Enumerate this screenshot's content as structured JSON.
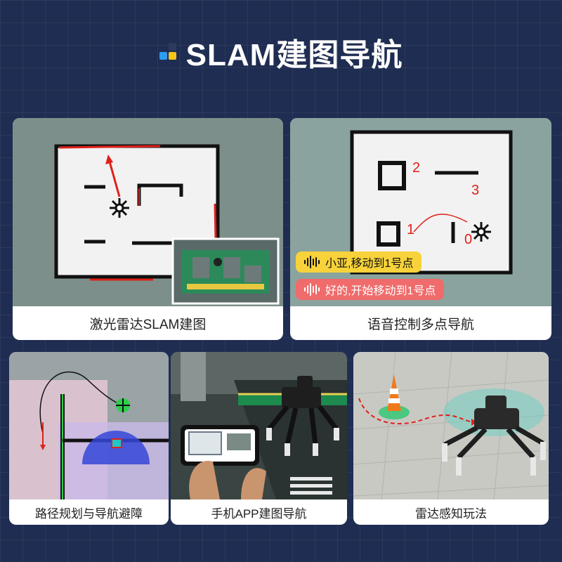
{
  "header": {
    "title": "SLAM建图导航"
  },
  "cards": [
    {
      "caption": "激光雷达SLAM建图"
    },
    {
      "caption": "语音控制多点导航"
    },
    {
      "caption": "路径规划与导航避障"
    },
    {
      "caption": "手机APP建图导航"
    },
    {
      "caption": "雷达感知玩法"
    }
  ],
  "voice": {
    "command": "小亚,移动到1号点",
    "reply": "好的,开始移动到1号点"
  },
  "waypoints": [
    "0",
    "1",
    "2",
    "3"
  ],
  "colors": {
    "background": "#1f2d52",
    "accent_yellow": "#f7d23a",
    "accent_red": "#f06b6b",
    "accent_blue": "#2d9cf0"
  }
}
